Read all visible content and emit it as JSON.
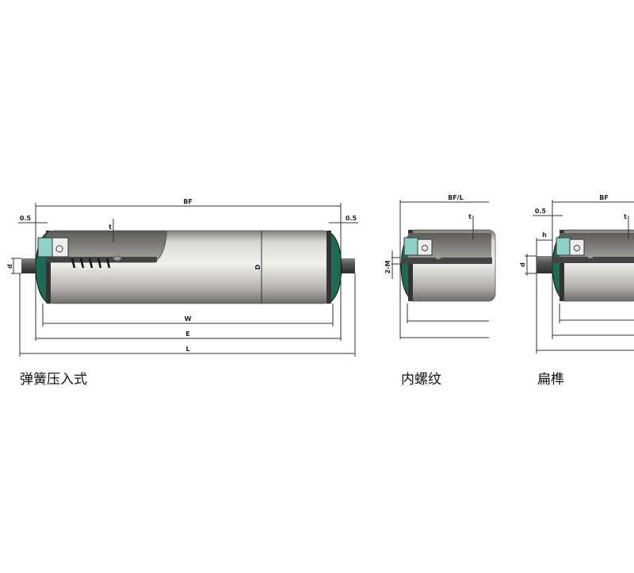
{
  "views": [
    {
      "caption": "弹簧压入式",
      "labels": {
        "bf": "BF",
        "left_gap": "0.5",
        "right_gap": "0.5",
        "t": "t",
        "d": "d",
        "D": "D",
        "w": "W",
        "e": "E",
        "l": "L"
      }
    },
    {
      "caption": "内螺纹",
      "labels": {
        "bf": "BF/L",
        "thread": "2-M",
        "t": "t"
      }
    },
    {
      "caption": "扁榫",
      "labels": {
        "bf": "BF",
        "gap": "0.5",
        "h": "h",
        "d": "d",
        "t": "t"
      }
    }
  ],
  "colors": {
    "tube": "#b9b6b1",
    "seal": "#1e6b55",
    "shaft": "#4a4a4a"
  }
}
